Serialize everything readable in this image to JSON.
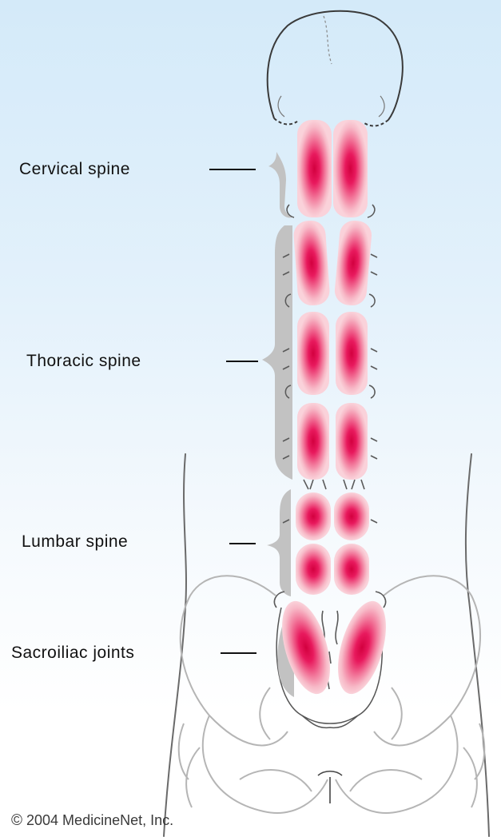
{
  "labels": {
    "cervical": "Cervical spine",
    "thoracic": "Thoracic spine",
    "lumbar": "Lumbar spine",
    "sacroiliac": "Sacroiliac joints"
  },
  "copyright": {
    "symbol": "©",
    "text": "2004 MedicineNet, Inc."
  },
  "colors": {
    "background_top": "#d4eaf9",
    "highlight_core": "#e8195d",
    "highlight_halo": "#f7b9c7",
    "bracket_shadow": "#bdbdbd",
    "skeleton_outline": "#555555"
  }
}
